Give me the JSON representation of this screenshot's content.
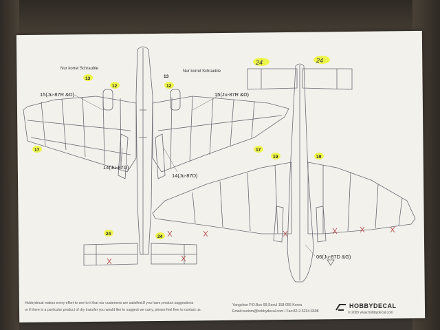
{
  "labels": {
    "upper_left_wing": "15(Ju-87R &D)",
    "upper_right_wing": "15(Ju-87R &D)",
    "lower_left": "14(Ju-87D)",
    "lower_right": "14(Ju-87D)",
    "fuselage_side": "06(Ju-87D &G)"
  },
  "numbers": {
    "n13a": "13",
    "n13b": "13",
    "n12a": "12",
    "n12b": "12",
    "n17a": "17",
    "n17b": "17",
    "n19a": "19",
    "n19b": "19",
    "n24a": "24",
    "n24b": "24",
    "hw24a": "24",
    "hw24b": "24"
  },
  "stencils": {
    "s1": "Nur korrel Schrauble",
    "s2": "Nur korrel Schrauble"
  },
  "footer": {
    "line1": "Hobbydecal makes every effort to see to it that our customers are satisfied.If you have product suggestions",
    "line2": "or if there is a particular product of dry transfer you would like to suggest we carry, please feel free to contact us.",
    "address": "Yangchun P.O.Box-99,Seoul 158-055 Korea",
    "contact": "Email:custom@hobbydecal.com / Fax:82-2-6234-6508",
    "brand": "HOBBYDECAL",
    "copyright": "© 2005 www.hobbydecal.com"
  },
  "colors": {
    "paper": "#f2f1ec",
    "line": "#6a6a72",
    "highlight": "#ecf53a",
    "pencil": "#b04040"
  }
}
